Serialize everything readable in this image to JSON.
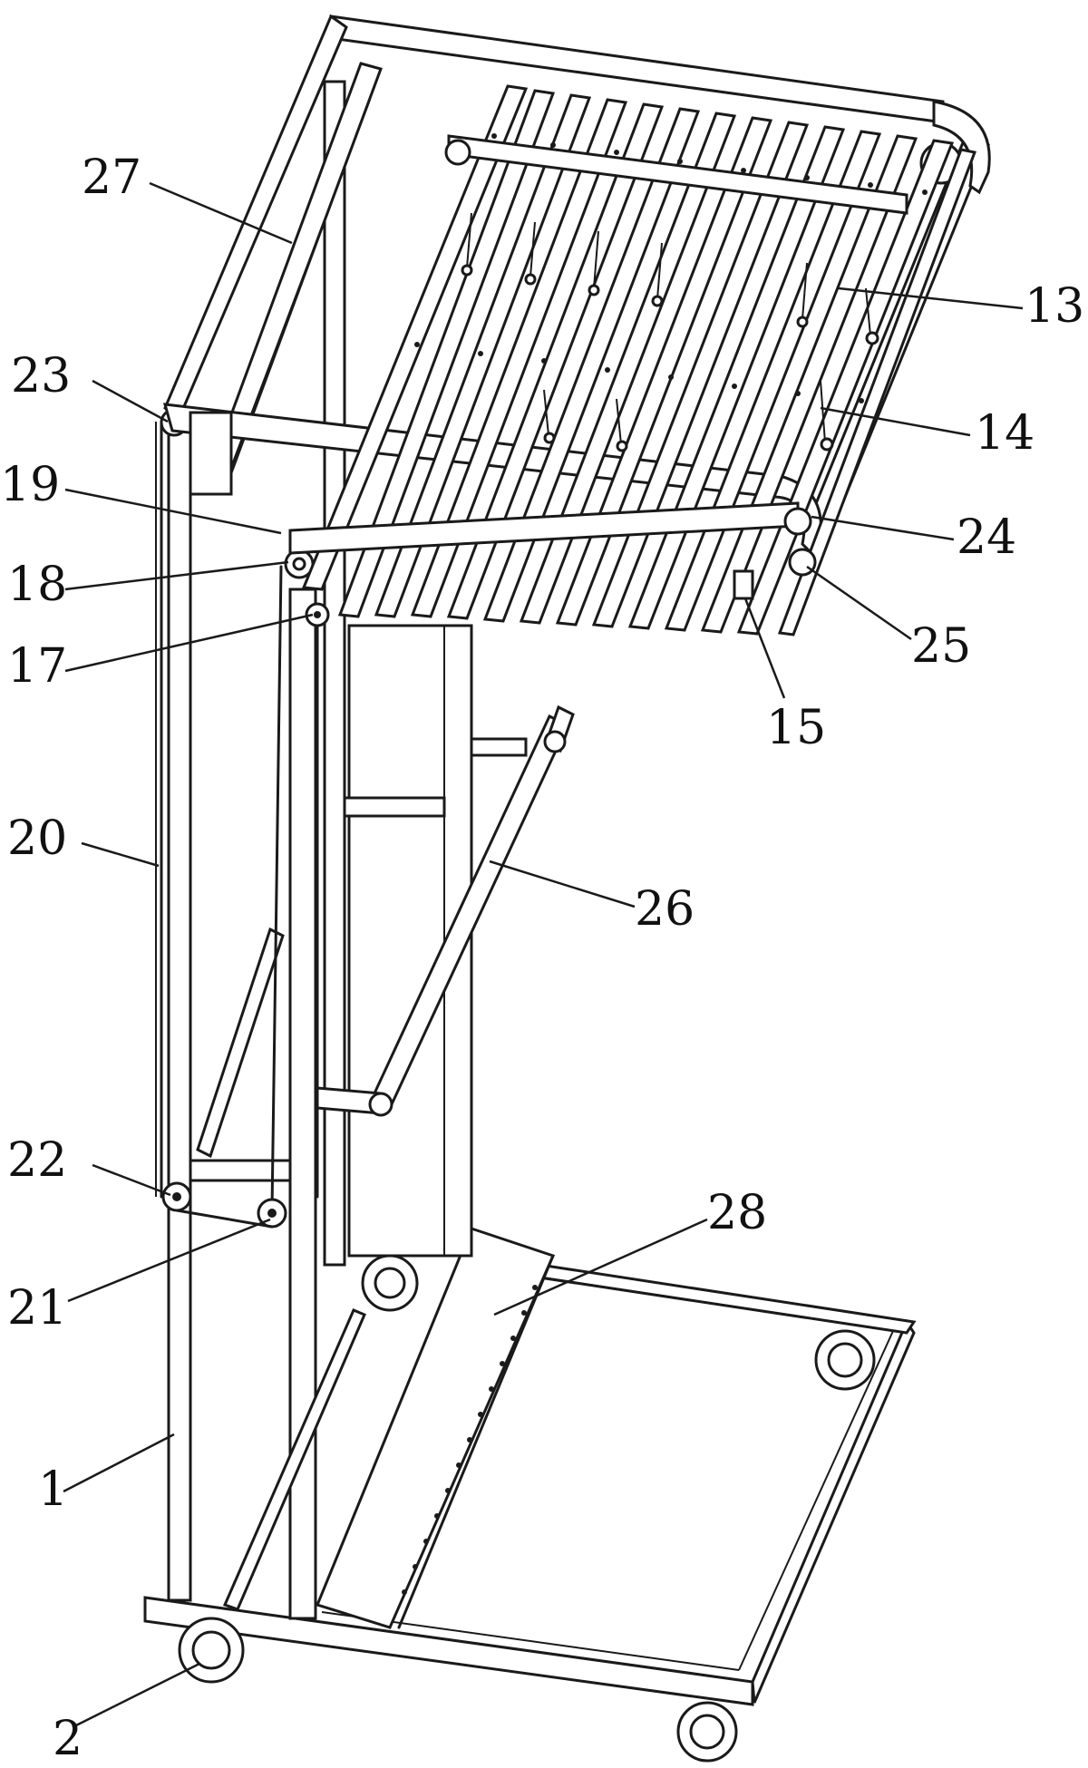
{
  "figure": {
    "labels": [
      "1",
      "2",
      "13",
      "14",
      "15",
      "17",
      "18",
      "19",
      "20",
      "21",
      "22",
      "23",
      "24",
      "25",
      "26",
      "27",
      "28"
    ]
  }
}
